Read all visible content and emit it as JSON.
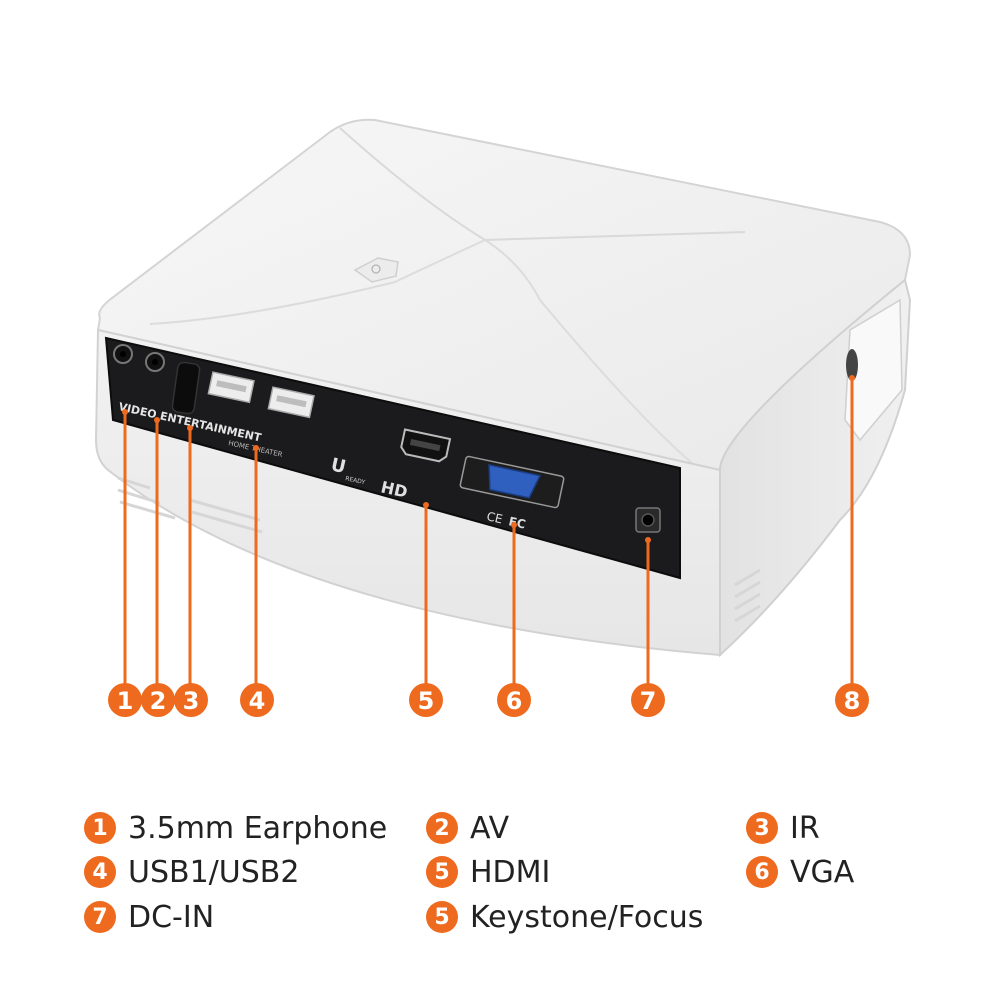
{
  "colors": {
    "accent": "#ee6a1f",
    "body": "#f4f4f4",
    "panel": "#1b1b1d"
  },
  "panel_text": {
    "brand": "VIDEO ENTERTAINMENT",
    "sub": "HOME THEATER",
    "u": "U",
    "u_small": "READY",
    "hd": "HD",
    "ce": "CE",
    "fc": "FC"
  },
  "callouts": [
    "1",
    "2",
    "3",
    "4",
    "5",
    "6",
    "7",
    "8"
  ],
  "legend": [
    {
      "num": "1",
      "label": "3.5mm Earphone"
    },
    {
      "num": "2",
      "label": "AV"
    },
    {
      "num": "3",
      "label": "IR"
    },
    {
      "num": "4",
      "label": "USB1/USB2"
    },
    {
      "num": "5",
      "label": "HDMI"
    },
    {
      "num": "6",
      "label": "VGA"
    },
    {
      "num": "7",
      "label": "DC-IN"
    },
    {
      "num": "5",
      "label": "Keystone/Focus"
    }
  ]
}
